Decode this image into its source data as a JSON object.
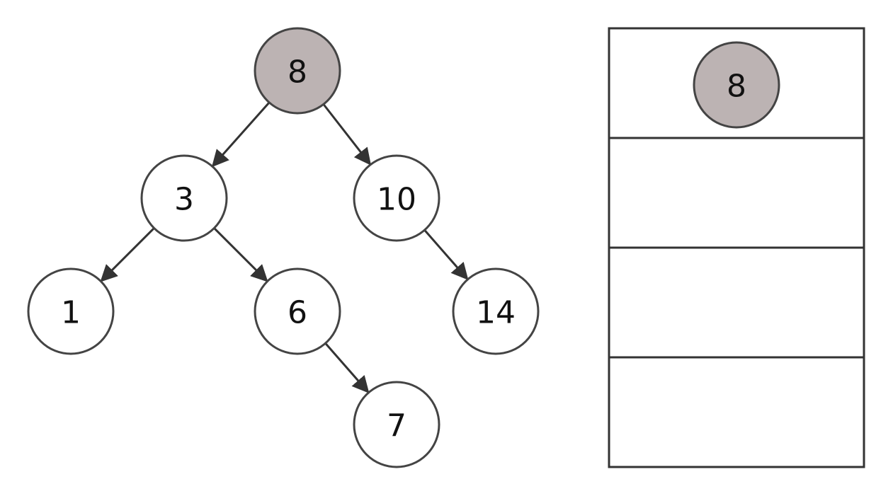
{
  "tree": {
    "nodes": [
      {
        "id": "n8",
        "label": "8",
        "highlighted": true
      },
      {
        "id": "n3",
        "label": "3",
        "highlighted": false
      },
      {
        "id": "n10",
        "label": "10",
        "highlighted": false
      },
      {
        "id": "n1",
        "label": "1",
        "highlighted": false
      },
      {
        "id": "n6",
        "label": "6",
        "highlighted": false
      },
      {
        "id": "n14",
        "label": "14",
        "highlighted": false
      },
      {
        "id": "n7",
        "label": "7",
        "highlighted": false
      }
    ],
    "edges": [
      {
        "from": "n8",
        "to": "n3"
      },
      {
        "from": "n8",
        "to": "n10"
      },
      {
        "from": "n3",
        "to": "n1"
      },
      {
        "from": "n3",
        "to": "n6"
      },
      {
        "from": "n10",
        "to": "n14"
      },
      {
        "from": "n6",
        "to": "n7"
      }
    ]
  },
  "stack": {
    "slots": [
      {
        "label": "8",
        "highlighted": true
      },
      {
        "label": ""
      },
      {
        "label": ""
      },
      {
        "label": ""
      }
    ]
  },
  "colors": {
    "highlight_fill": "#BCB3B3",
    "node_fill": "#FFFFFF"
  }
}
